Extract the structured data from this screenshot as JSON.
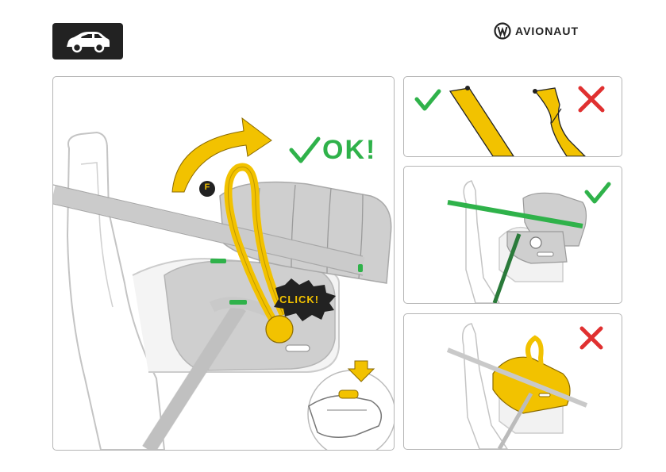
{
  "brand": {
    "name": "AVIONAUT",
    "logo_icon": "avionaut-logo-icon"
  },
  "header": {
    "icon": "car-icon",
    "badge_color": "#222222"
  },
  "main": {
    "ok_label": "OK!",
    "click_label": "CLICK!",
    "marker_label": "F",
    "icons": [
      "rotate-arrow-icon",
      "check-icon",
      "press-arrow-icon"
    ]
  },
  "panels": [
    {
      "name": "belt-flat-vs-twisted",
      "icons": [
        "check-icon",
        "cross-icon"
      ]
    },
    {
      "name": "correct-belt-routing",
      "icons": [
        "check-icon"
      ]
    },
    {
      "name": "incorrect-belt-routing",
      "icons": [
        "cross-icon"
      ]
    }
  ],
  "colors": {
    "accent_yellow": "#f2c200",
    "ok_green": "#2fb24a",
    "error_red": "#e03030",
    "belt_grey": "#c9c9c9",
    "seat_grey": "#cfcfcf"
  }
}
